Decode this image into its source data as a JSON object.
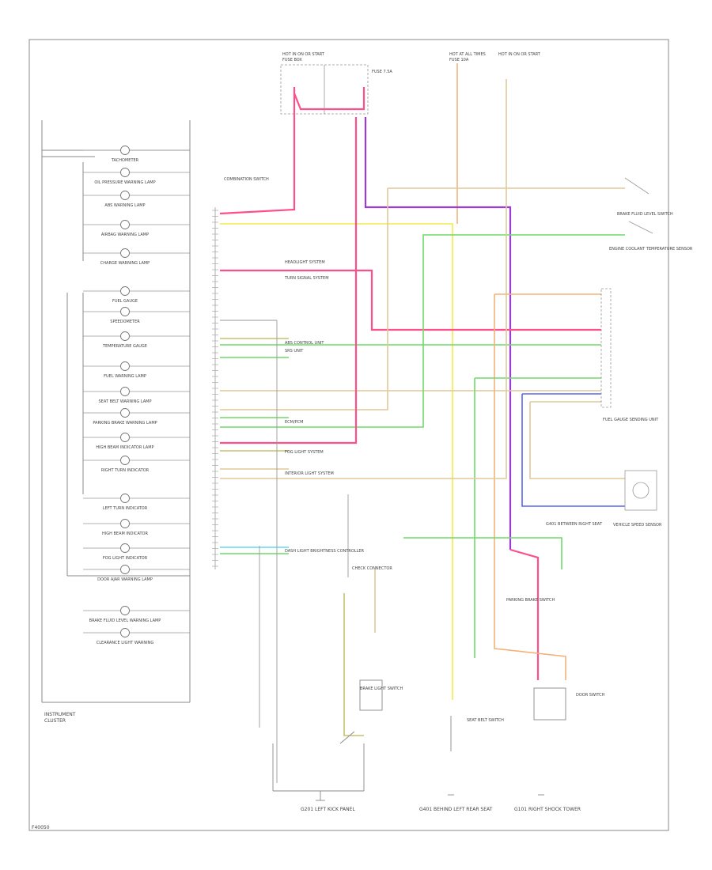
{
  "footer": {
    "code": "F40050"
  },
  "cluster": {
    "title_line1": "INSTRUMENT",
    "title_line2": "CLUSTER",
    "indicators": [
      "TACHOMETER",
      "OIL PRESSURE WARNING LAMP",
      "ABS WARNING LAMP",
      "AIRBAG WARNING LAMP",
      "CHARGE WARNING LAMP",
      "FUEL GAUGE",
      "SPEEDOMETER",
      "TEMPERATURE GAUGE",
      "FUEL WARNING LAMP",
      "SEAT BELT WARNING LAMP",
      "PARKING BRAKE WARNING LAMP",
      "HIGH BEAM INDICATOR LAMP",
      "RIGHT TURN INDICATOR",
      "LEFT TURN INDICATOR",
      "HIGH BEAM INDICATOR",
      "FOG LIGHT INDICATOR",
      "DOOR AJAR WARNING LAMP",
      "BRAKE FLUID LEVEL WARNING LAMP",
      "CLEARANCE LIGHT WARNING"
    ]
  },
  "top_labels": {
    "fuse_box": "HOT IN ON OR START",
    "fuse_box2": "FUSE BOX",
    "fuse1": "FUSE 7.5A",
    "dome": "HOT AT ALL TIMES",
    "dome2": "FUSE 10A",
    "st": "HOT IN ON OR START"
  },
  "right_components": {
    "coolant_sensor": "ENGINE COOLANT TEMPERATURE SENSOR",
    "brake_fluid": "BRAKE FLUID LEVEL SWITCH",
    "fuel_unit": "FUEL GAUGE SENDING UNIT",
    "speed_sensor": "VEHICLE SPEED SENSOR",
    "ground_g401": "G401 BETWEEN RIGHT SEAT",
    "park_brake": "PARKING BRAKE SWITCH",
    "seat_belt": "SEAT BELT SWITCH",
    "door_switch": "DOOR SWITCH"
  },
  "grounds": {
    "g1": "G201 LEFT KICK PANEL",
    "g2": "G401 BEHIND LEFT REAR SEAT",
    "g3": "G101 RIGHT SHOCK TOWER"
  },
  "mid_labels": {
    "combination": "COMBINATION SWITCH",
    "headlight": "HEADLIGHT SYSTEM",
    "turn": "TURN SIGNAL SYSTEM",
    "abs": "ABS CONTROL UNIT",
    "srs": "SRS UNIT",
    "ecm": "ECM/PCM",
    "fog": "FOG LIGHT SYSTEM",
    "interior": "INTERIOR LIGHT SYSTEM",
    "dash_light": "DASH LIGHT BRIGHTNESS CONTROLLER",
    "check_relay": "CHECK CONNECTOR",
    "brake_light": "BRAKE LIGHT SWITCH"
  },
  "wires": {
    "pink": "#ff4f8b",
    "yellow": "#f3ea4a",
    "orange": "#f2b27a",
    "green": "#6fd96a",
    "purple": "#9b3bd6",
    "blue": "#5a66e8",
    "cyan": "#66d9f0",
    "tan": "#e0c99a",
    "olive": "#c9c071"
  }
}
